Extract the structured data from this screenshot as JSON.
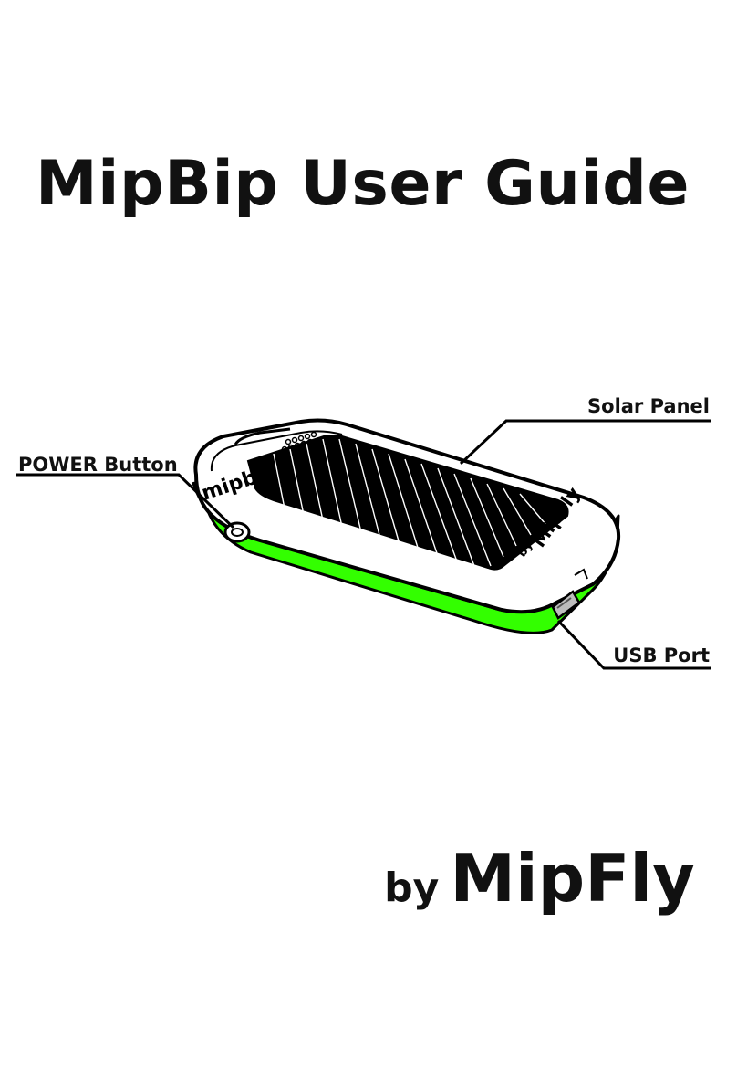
{
  "title": "MipBip User Guide",
  "callouts": {
    "solar_panel": "Solar Panel",
    "power_button": "POWER Button",
    "usb_port": "USB Port"
  },
  "device": {
    "top_logo": "mipbip",
    "panel_brand": "MipFly",
    "panel_by": "by",
    "colors": {
      "bumper": "#33ff00",
      "panel": "#000000",
      "shell": "#ffffff"
    }
  },
  "byline": {
    "by": "by",
    "brand": "MipFly"
  }
}
